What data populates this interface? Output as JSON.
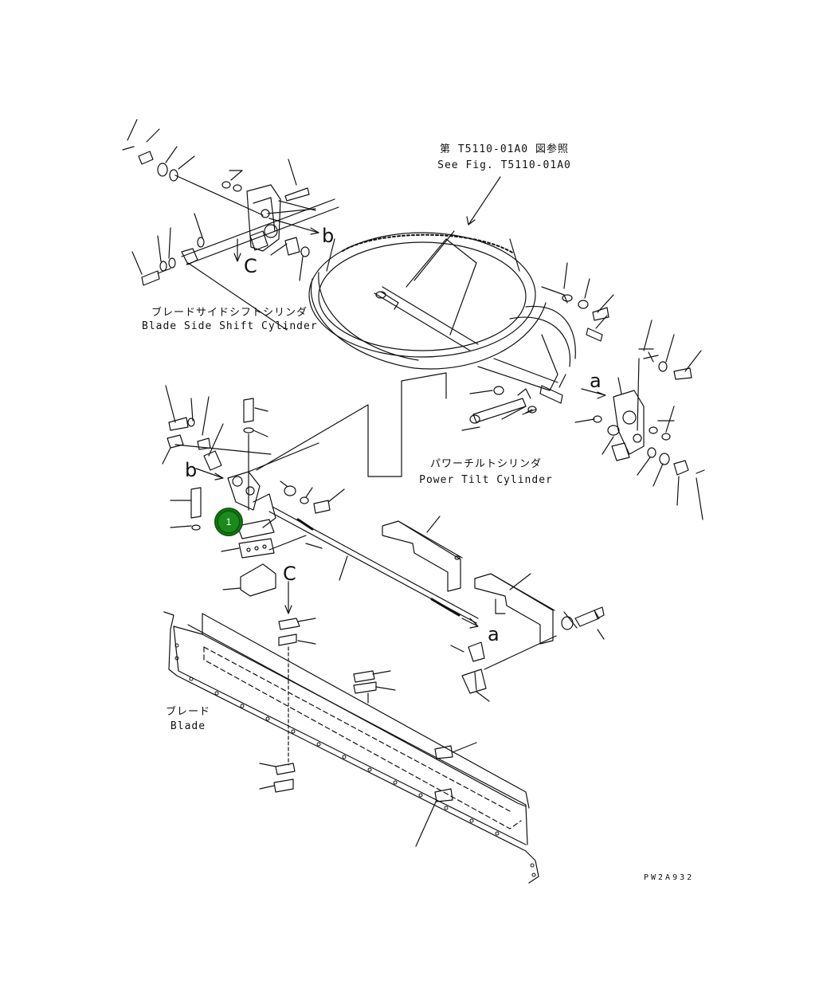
{
  "labels": {
    "ref_jp": "第 T5110-01A0 図参照",
    "ref_en": "See Fig. T5110-01A0",
    "side_shift_jp": "ブレードサイドシフトシリンダ",
    "side_shift_en": "Blade Side Shift Cylinder",
    "power_tilt_jp": "パワーチルトシリンダ",
    "power_tilt_en": "Power Tilt Cylinder",
    "blade_jp": "ブレード",
    "blade_en": "Blade",
    "drawing_code": "PW2A932"
  },
  "letters": {
    "a_top": "a",
    "a_bottom": "a",
    "b_top": "b",
    "b_left": "b",
    "c_top": "C",
    "c_bottom": "C"
  },
  "callout": {
    "number": "1",
    "color": "#1a8a1a"
  }
}
